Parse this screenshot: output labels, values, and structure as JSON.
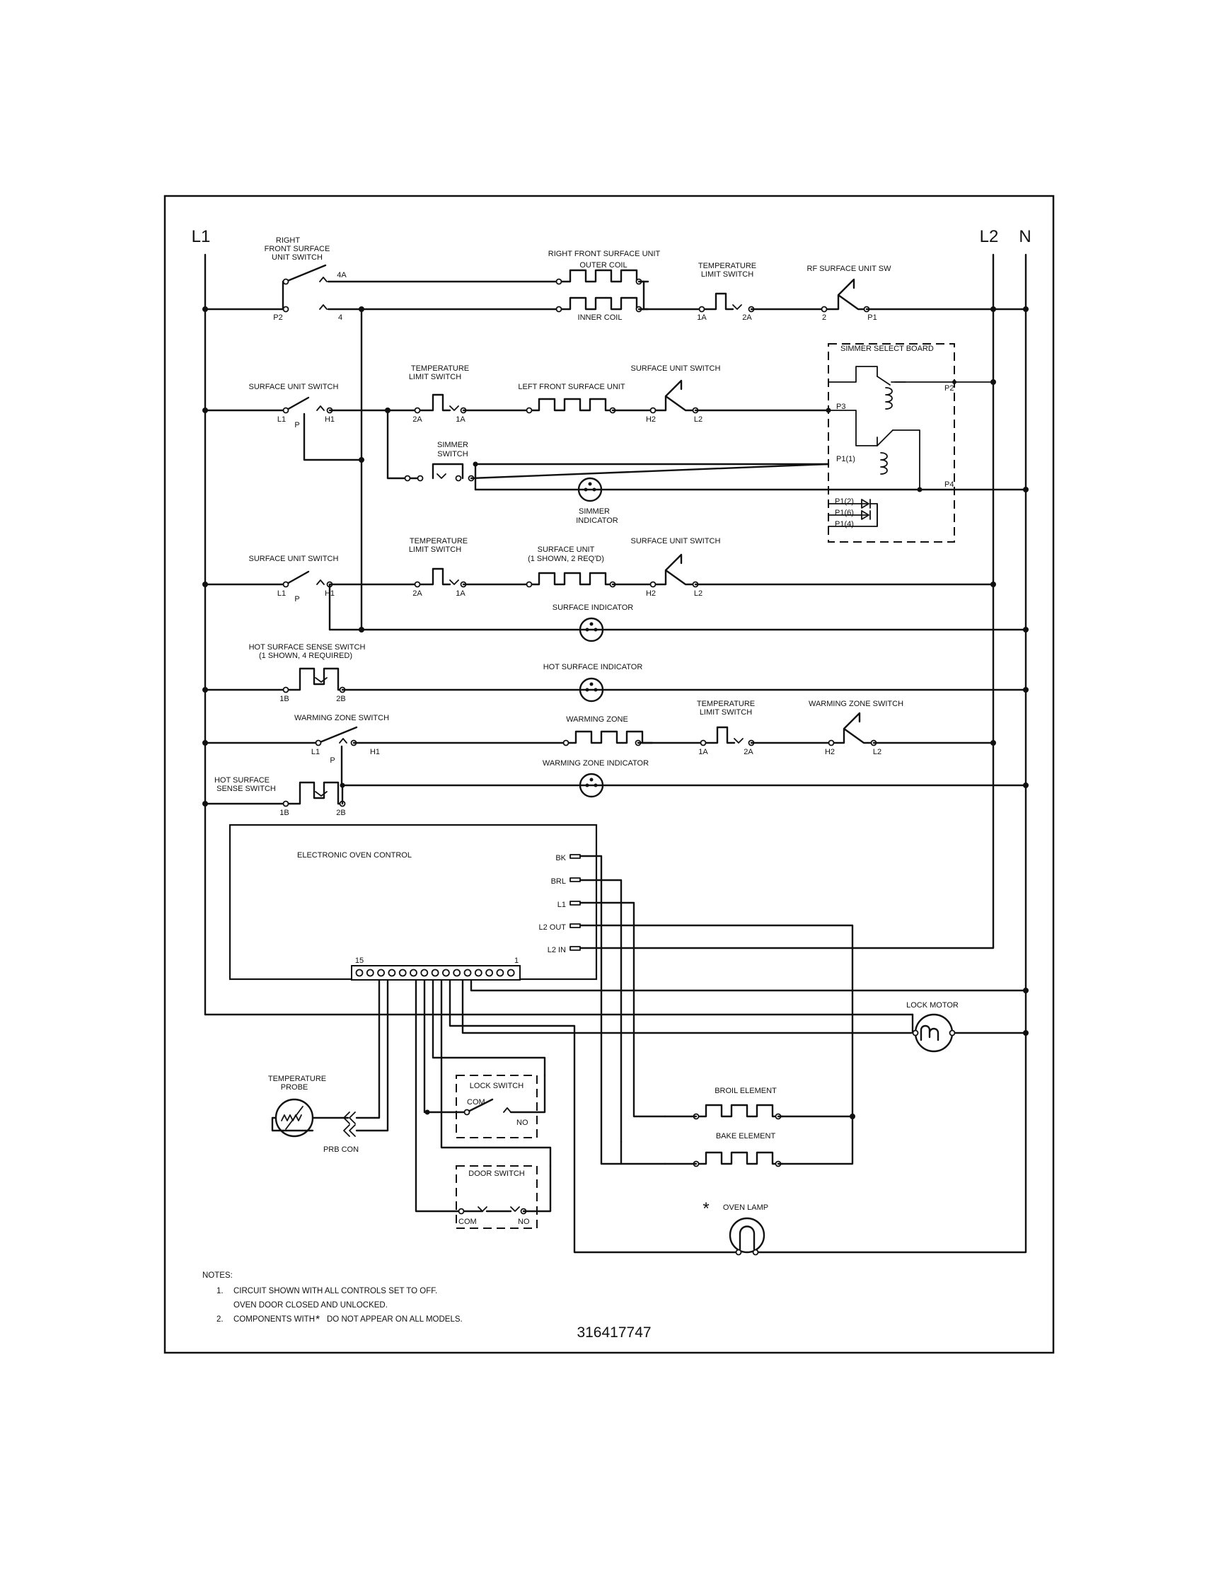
{
  "rails": {
    "l1": "L1",
    "l2": "L2",
    "n": "N"
  },
  "row1": {
    "switch_label_1": "RIGHT",
    "switch_label_2": "FRONT SURFACE",
    "switch_label_3": "UNIT SWITCH",
    "switch_p2": "P2",
    "switch_4a": "4a",
    "switch_4": "4",
    "unit_label": "RIGHT FRONT SURFACE UNIT",
    "outer_coil": "OUTER COIL",
    "inner_coil": "INNER COIL",
    "limit_label_1": "TEMPERATURE",
    "limit_label_2": "LIMIT SWITCH",
    "limit_1a": "1A",
    "limit_2a": "2A",
    "rf_sw_label": "RF SURFACE UNIT SW",
    "rf_2": "2",
    "rf_p1": "P1"
  },
  "simmer_board": {
    "title": "SIMMER SELECT BOARD",
    "p2": "P2",
    "p3": "P3",
    "p1_1": "P1(1)",
    "p4": "P4",
    "p1_2": "P1(2)",
    "p1_6": "P1(6)",
    "p1_4": "P1(4)"
  },
  "row2": {
    "switch_label": "SURFACE UNIT SWITCH",
    "l1": "L1",
    "p": "P",
    "h1": "H1",
    "limit_label_1": "TEMPERATURE",
    "limit_label_2": "LIMIT SWITCH",
    "limit_2a": "2A",
    "limit_1a": "1A",
    "unit_label": "LEFT FRONT SURFACE UNIT",
    "sw_label": "SURFACE UNIT SWITCH",
    "h2": "H2",
    "l2": "L2",
    "simmer_sw_1": "SIMMER",
    "simmer_sw_2": "SWITCH",
    "simmer_ind_1": "SIMMER",
    "simmer_ind_2": "INDICATOR"
  },
  "row3": {
    "switch_label": "SURFACE UNIT SWITCH",
    "l1": "L1",
    "p": "P",
    "h1": "H1",
    "limit_label_1": "TEMPERATURE",
    "limit_label_2": "LIMIT SWITCH",
    "limit_2a": "2A",
    "limit_1a": "1A",
    "unit_label_1": "SURFACE UNIT",
    "unit_label_2": "(1 SHOWN, 2 REQ'D)",
    "sw_label": "SURFACE UNIT SWITCH",
    "h2": "H2",
    "l2": "L2",
    "indicator": "SURFACE INDICATOR"
  },
  "row4": {
    "sense_label_1": "HOT SURFACE SENSE SWITCH",
    "sense_label_2": "(1 SHOWN, 4 REQUIRED)",
    "t1b": "1B",
    "t2b": "2B",
    "indicator": "HOT SURFACE INDICATOR"
  },
  "row5": {
    "switch_label": "WARMING ZONE SWITCH",
    "l1": "L1",
    "p": "P",
    "h1": "H1",
    "element": "WARMING ZONE",
    "limit_label_1": "TEMPERATURE",
    "limit_label_2": "LIMIT SWITCH",
    "limit_1a": "1A",
    "limit_2a": "2A",
    "sw_label": "WARMING ZONE SWITCH",
    "h2": "H2",
    "l2": "L2"
  },
  "row6": {
    "sense_label_1": "HOT SURFACE",
    "sense_label_2": "SENSE SWITCH",
    "t1b": "1B",
    "t2b": "2B",
    "indicator": "WARMING ZONE INDICATOR"
  },
  "control": {
    "title": "ELECTRONIC OVEN CONTROL",
    "bk": "BK",
    "brl": "BRL",
    "l1": "L1",
    "l2_out": "L2 OUT",
    "l2_in": "L2 IN",
    "pin_15": "15",
    "pin_1": "1"
  },
  "lower": {
    "lock_motor": "LOCK MOTOR",
    "probe_1": "TEMPERATURE",
    "probe_2": "PROBE",
    "prb_con": "PRB CON",
    "lock_switch": "LOCK SWITCH",
    "lock_com": "COM",
    "lock_no": "NO",
    "door_switch": "DOOR SWITCH",
    "door_com": "COM",
    "door_no": "NO",
    "broil": "BROIL ELEMENT",
    "bake": "BAKE ELEMENT",
    "star": "*",
    "oven_lamp": "OVEN LAMP"
  },
  "notes": {
    "heading": "NOTES:",
    "n1_num": "1.",
    "n1_a": "CIRCUIT SHOWN WITH ALL CONTROLS SET TO OFF.",
    "n1_b": "OVEN DOOR CLOSED AND UNLOCKED.",
    "n2_num": "2.",
    "n2_a": "COMPONENTS WITH",
    "n2_star": "*",
    "n2_b": "DO NOT APPEAR ON ALL MODELS."
  },
  "part_number": "316417747"
}
